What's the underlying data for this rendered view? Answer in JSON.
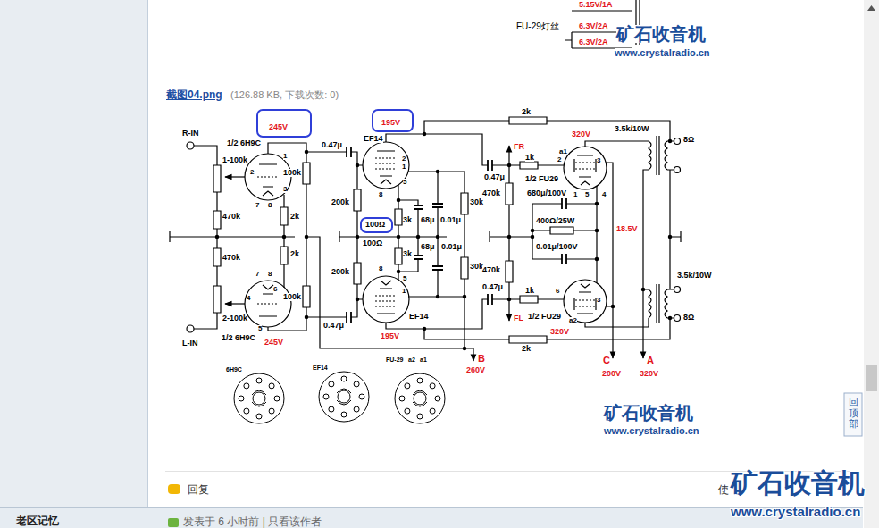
{
  "diagram": {
    "nodes": [
      {
        "text": [
          "245V"
        ]
      },
      {
        "text": [
          "195V"
        ]
      },
      {
        "text": [
          "100Ω"
        ]
      }
    ],
    "labels": [
      "5.15V/1A",
      "6.3V/2A",
      "6.3V/2A",
      "FU-29灯丝",
      "矿石收音机",
      "www.crystalradio.cn",
      "截图04.png",
      "(126.88 KB, 下载次数: 0)",
      "R-IN",
      "1/2 6H9C",
      "1-100k",
      "100k",
      "1",
      "2",
      "3",
      "7",
      "8",
      "470k",
      "2k",
      "470k",
      "2k",
      "7",
      "8",
      "6",
      "4",
      "100k",
      "5",
      "2-100k",
      "L-IN",
      "1/2 6H9C",
      "245V",
      "0.47μ",
      "200k",
      "200k",
      "0.47μ",
      "EF14",
      "2",
      "1",
      "5",
      "8",
      "68μ",
      "0.01μ",
      "3k",
      "100Ω",
      "3k",
      "0.01μ",
      "68μ",
      "8",
      "5",
      "1",
      "EF14",
      "195V",
      "30k",
      "30k",
      "2k",
      "FR",
      "0.47μ",
      "1k",
      "470k",
      "320V",
      "a1",
      "2",
      "3",
      "1/2 FU29",
      "1",
      "5",
      "4",
      "680μ/100V",
      "400Ω/25W",
      "18.5V",
      "0.01μ/100V",
      "470k",
      "0.47μ",
      "1k",
      "6",
      "3",
      "FL",
      "1/2 FU29",
      "a2",
      "320V",
      "3.5k/10W",
      "8Ω",
      "3.5k/10W",
      "8Ω",
      "2k",
      "B",
      "260V",
      "C",
      "200V",
      "A",
      "320V",
      "6H9C",
      "EF14",
      "FU-29",
      "a2",
      "a1",
      "矿石收音机",
      "www.crystalradio.cn",
      "回复",
      "使",
      "老区记忆",
      "发表于 6 小时前 | 只看该作者",
      "矿石收音机",
      "www.crystalradio.cn",
      "回顶部"
    ]
  }
}
